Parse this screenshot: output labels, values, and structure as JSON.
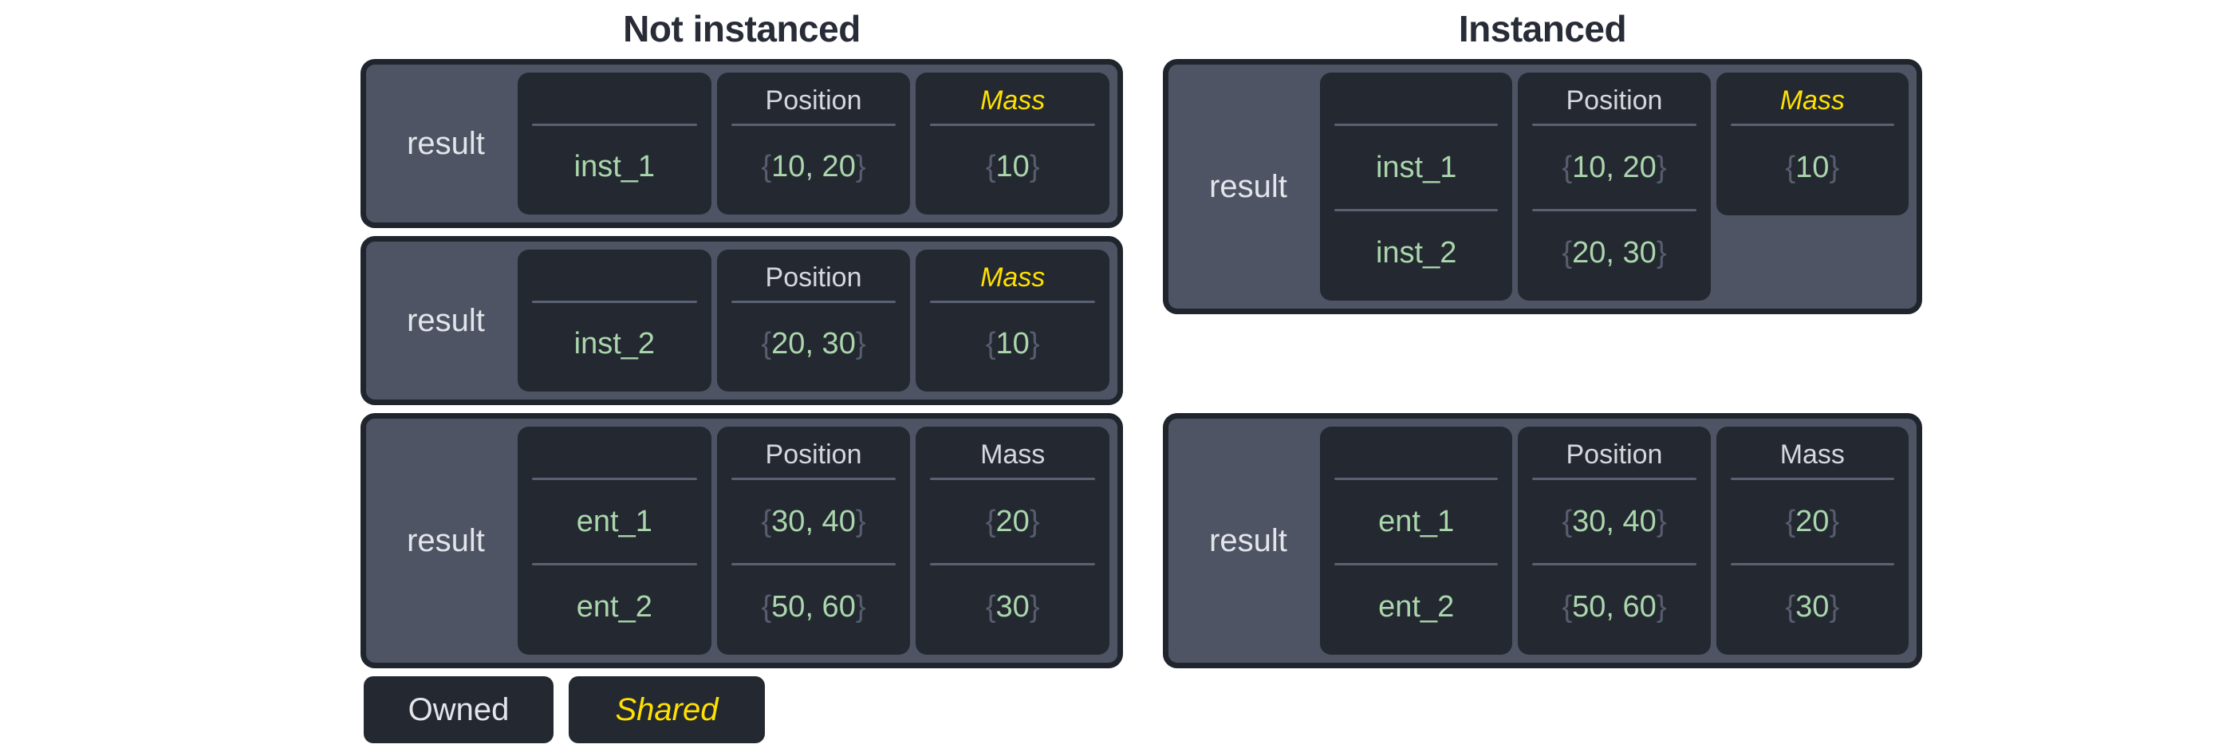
{
  "glyphs": {
    "open_brace": "{",
    "close_brace": "}"
  },
  "colors": {
    "title_text": "#272c37",
    "box_fill": "#4e5464",
    "box_border": "#20242c",
    "cell_fill": "#242831",
    "divider": "#5a6172",
    "header_text": "#d5d7dc",
    "result_text": "#e3e5ea",
    "value_green": "#aad6ac",
    "brace": "#565d6d",
    "accent_shared": "#ffe000",
    "canvas_bg": "#ffffff"
  },
  "sections": [
    {
      "title": "Not instanced",
      "boxes": [
        {
          "row_label": "result",
          "columns": [
            {
              "header": "",
              "style": "owned",
              "values": [
                {
                  "text": "inst_1",
                  "braced": false
                }
              ]
            },
            {
              "header": "Position",
              "style": "owned",
              "values": [
                {
                  "text": "10, 20",
                  "braced": true
                }
              ]
            },
            {
              "header": "Mass",
              "style": "shared",
              "values": [
                {
                  "text": "10",
                  "braced": true
                }
              ]
            }
          ]
        },
        {
          "row_label": "result",
          "columns": [
            {
              "header": "",
              "style": "owned",
              "values": [
                {
                  "text": "inst_2",
                  "braced": false
                }
              ]
            },
            {
              "header": "Position",
              "style": "owned",
              "values": [
                {
                  "text": "20, 30",
                  "braced": true
                }
              ]
            },
            {
              "header": "Mass",
              "style": "shared",
              "values": [
                {
                  "text": "10",
                  "braced": true
                }
              ]
            }
          ]
        },
        {
          "row_label": "result",
          "columns": [
            {
              "header": "",
              "style": "owned",
              "values": [
                {
                  "text": "ent_1",
                  "braced": false
                },
                {
                  "text": "ent_2",
                  "braced": false
                }
              ]
            },
            {
              "header": "Position",
              "style": "owned",
              "values": [
                {
                  "text": "30, 40",
                  "braced": true
                },
                {
                  "text": "50, 60",
                  "braced": true
                }
              ]
            },
            {
              "header": "Mass",
              "style": "owned",
              "values": [
                {
                  "text": "20",
                  "braced": true
                },
                {
                  "text": "30",
                  "braced": true
                }
              ]
            }
          ]
        }
      ],
      "legend": [
        {
          "label": "Owned",
          "style": "owned"
        },
        {
          "label": "Shared",
          "style": "shared"
        }
      ]
    },
    {
      "title": "Instanced",
      "boxes": [
        {
          "row_label": "result",
          "columns": [
            {
              "header": "",
              "style": "owned",
              "values": [
                {
                  "text": "inst_1",
                  "braced": false
                },
                {
                  "text": "inst_2",
                  "braced": false
                }
              ]
            },
            {
              "header": "Position",
              "style": "owned",
              "values": [
                {
                  "text": "10, 20",
                  "braced": true
                },
                {
                  "text": "20, 30",
                  "braced": true
                }
              ]
            },
            {
              "header": "Mass",
              "style": "shared",
              "short": true,
              "values": [
                {
                  "text": "10",
                  "braced": true
                }
              ]
            }
          ]
        },
        {
          "row_label": "result",
          "columns": [
            {
              "header": "",
              "style": "owned",
              "values": [
                {
                  "text": "ent_1",
                  "braced": false
                },
                {
                  "text": "ent_2",
                  "braced": false
                }
              ]
            },
            {
              "header": "Position",
              "style": "owned",
              "values": [
                {
                  "text": "30, 40",
                  "braced": true
                },
                {
                  "text": "50, 60",
                  "braced": true
                }
              ]
            },
            {
              "header": "Mass",
              "style": "owned",
              "values": [
                {
                  "text": "20",
                  "braced": true
                },
                {
                  "text": "30",
                  "braced": true
                }
              ]
            }
          ]
        }
      ]
    }
  ]
}
